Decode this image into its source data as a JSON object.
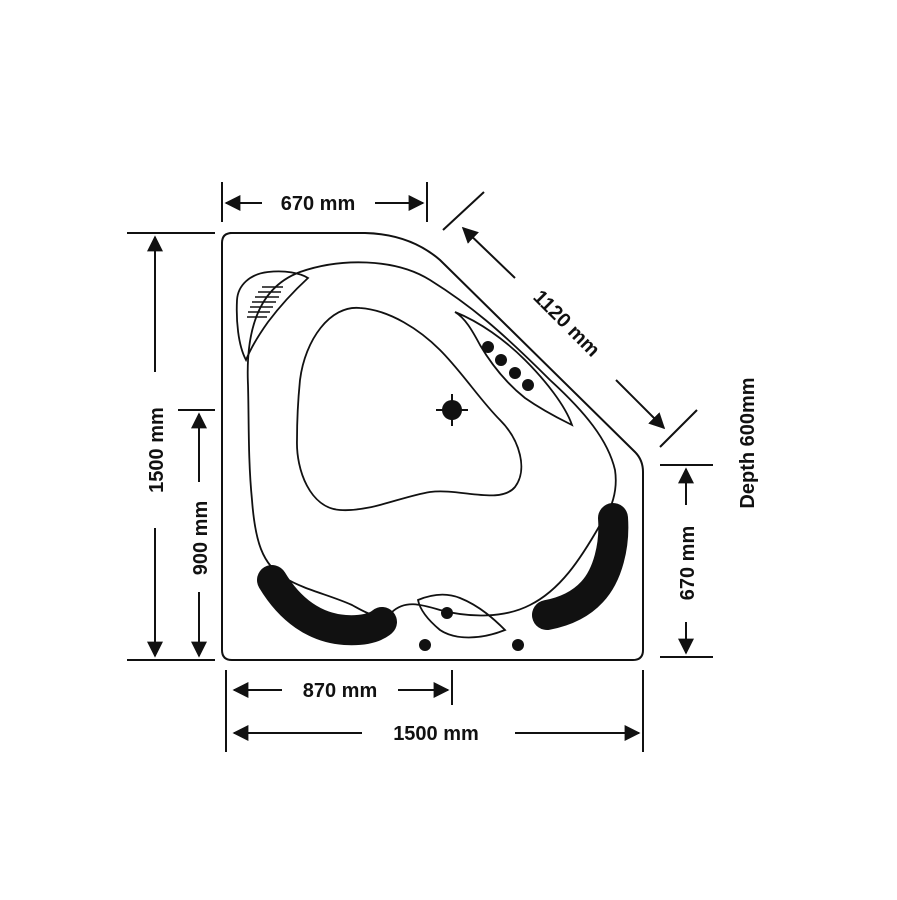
{
  "dimensions": {
    "top_width": "670 mm",
    "diagonal": "1120 mm",
    "left_height": "1500 mm",
    "left_inner_height": "900 mm",
    "right_height": "670 mm",
    "depth": "Depth 600mm",
    "bottom_inner_width": "870 mm",
    "bottom_width": "1500 mm"
  },
  "colors": {
    "ink": "#111111",
    "background": "#ffffff"
  }
}
